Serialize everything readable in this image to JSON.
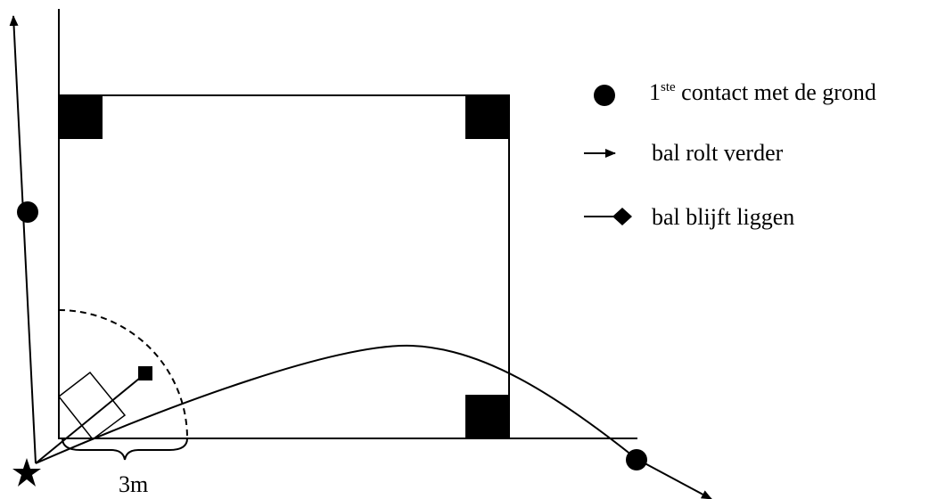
{
  "legend": {
    "first_contact": {
      "main": "1",
      "sup": "ste",
      "rest": " contact met de grond"
    },
    "rolls_further": "bal rolt verder",
    "stays_down": "bal blijft liggen"
  },
  "dimension": {
    "label": "3m"
  },
  "icons": {
    "start": "star-icon",
    "first_contact": "dot-icon",
    "rolls_further": "arrow-icon",
    "stays_down": "diamond-icon"
  }
}
